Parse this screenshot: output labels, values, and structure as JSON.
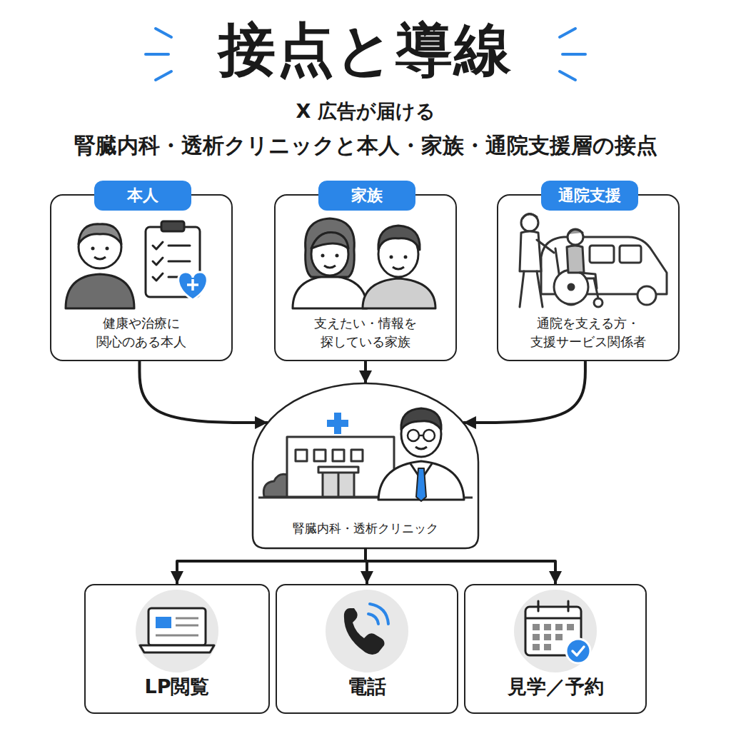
{
  "diagram": {
    "title": "接点と導線",
    "nodes": [
      {
        "text": [
          "本人",
          "健康や治療に 関心のある本人"
        ]
      },
      {
        "text": [
          "家族",
          "支えたい・情報を 探している家族"
        ]
      },
      {
        "text": [
          "通院支援",
          "通院を支える方・ 支援サービス関係者"
        ]
      },
      {
        "text": [
          "腎臓内科・透析クリニック"
        ]
      },
      {
        "text": [
          "LP閲覧"
        ]
      },
      {
        "text": [
          "電話"
        ]
      },
      {
        "text": [
          "見学／予約"
        ]
      }
    ],
    "edges": [
      {
        "from": 0,
        "to": 3,
        "arrow": "to"
      },
      {
        "from": 1,
        "to": 3,
        "arrow": "to"
      },
      {
        "from": 2,
        "to": 3,
        "arrow": "to"
      },
      {
        "from": 3,
        "to": 4,
        "arrow": "to"
      },
      {
        "from": 3,
        "to": 5,
        "arrow": "to"
      },
      {
        "from": 3,
        "to": 6,
        "arrow": "to"
      }
    ],
    "labels": [
      "X 広告が届ける",
      "腎臓内科・透析クリニックと本人・家族・通院支援層の接点"
    ]
  }
}
